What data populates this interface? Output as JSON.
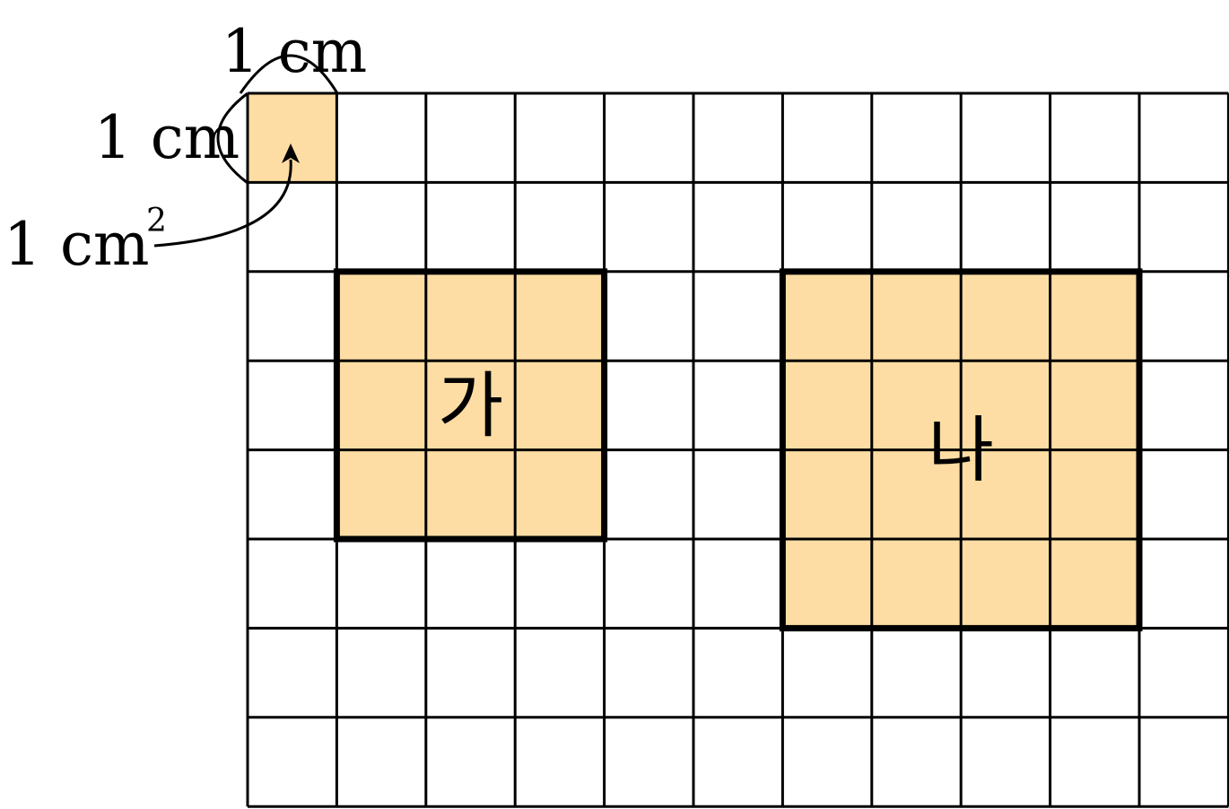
{
  "grid": {
    "cols": 11,
    "rows": 8
  },
  "unit_square": {
    "col": 0,
    "row": 0
  },
  "shapes": [
    {
      "label": "가",
      "col": 1,
      "row": 2,
      "cols": 3,
      "rows": 3
    },
    {
      "label": "나",
      "col": 6,
      "row": 2,
      "cols": 4,
      "rows": 4
    }
  ],
  "labels": {
    "width": "1 cm",
    "height": "1 cm",
    "area": "1 cm",
    "area_exponent": "2"
  },
  "colors": {
    "fill": "#FDDDA4",
    "line": "#000000"
  }
}
